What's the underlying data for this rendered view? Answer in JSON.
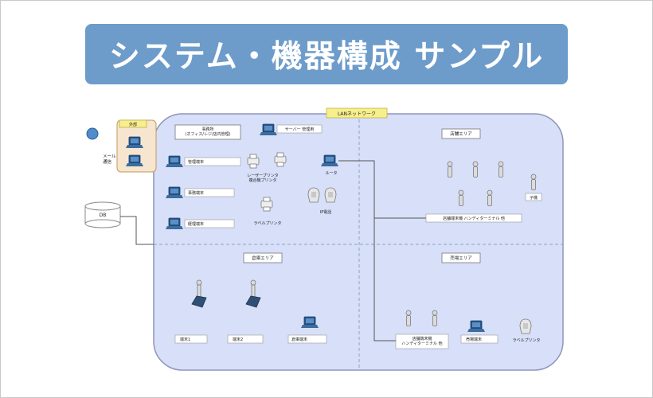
{
  "title": "システム・機器構成 サンプル",
  "colors": {
    "banner": "#6d9ccb",
    "area_fill": "#d7dff9",
    "area_border": "#8f96b8",
    "divider": "#8aa4c8",
    "area_tag_fill": "#f7ef8c",
    "external_box_fill": "#f6e6cf",
    "label_fill": "#ffffff",
    "line": "#555555",
    "pc": "#25578a"
  },
  "diagram": {
    "top_tag": "LANネットワーク",
    "areas": {
      "top_left_header": "事務所\n(オフィス/レジ/店内管理)",
      "top_right": "店舗エリア",
      "bottom_left": "倉庫エリア",
      "bottom_right": "売場エリア"
    },
    "external": {
      "tag": "外部",
      "side_label": "メール\n通信",
      "db_label": "DB"
    },
    "labels": {
      "server": "サーバー 管理用",
      "pc_1": "管理端末",
      "pc_2": "事務端末",
      "pc_3": "経理端末",
      "printer_group": "レーザープリンタ\n複合機プリンタ",
      "printer_single": "ラベルプリンタ",
      "phone_group": "IP電話",
      "router": "ルータ",
      "store_phone": "子機",
      "store_bar": "店舗端末機 ハンディターミナル 他",
      "hand_1": "端末1",
      "hand_2": "端末2",
      "warehouse_pc": "倉庫端末",
      "floor_bar": "店舗端末機\nハンディターミナル 他",
      "floor_pc": "売場端末",
      "floor_printer": "ラベルプリンタ"
    }
  }
}
